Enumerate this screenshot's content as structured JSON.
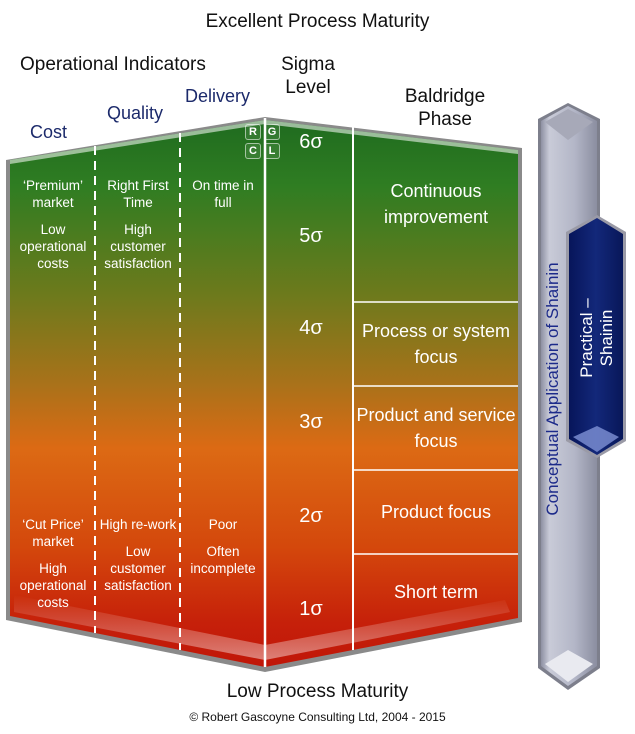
{
  "title_top": "Excellent Process Maturity",
  "title_bottom": "Low Process Maturity",
  "copyright": "© Robert Gascoyne Consulting Ltd, 2004 - 2015",
  "headers": {
    "operational_indicators": "Operational Indicators",
    "sigma_level": [
      "Sigma",
      "Level"
    ],
    "baldridge_phase": [
      "Baldridge",
      "Phase"
    ],
    "cost": "Cost",
    "quality": "Quality",
    "delivery": "Delivery"
  },
  "rgcl_badge": [
    "R",
    "G",
    "C",
    "L"
  ],
  "indicators": {
    "high_maturity": {
      "cost": [
        "‘Premium’ market",
        "Low operational costs"
      ],
      "quality": [
        "Right First Time",
        "High customer satisfaction"
      ],
      "delivery": [
        "On time in full"
      ]
    },
    "low_maturity": {
      "cost": [
        "‘Cut Price’ market",
        "High operational costs"
      ],
      "quality": [
        "High re-work",
        "Low customer satisfaction"
      ],
      "delivery": [
        "Poor",
        "Often incomplete"
      ]
    }
  },
  "sigma_levels": [
    "6σ",
    "5σ",
    "4σ",
    "3σ",
    "2σ",
    "1σ"
  ],
  "baldridge_phases": [
    "Continuous improvement",
    "Process or system focus",
    "Product and service focus",
    "Product focus",
    "Short term"
  ],
  "arrows": {
    "conceptual": "Conceptual Application of Shainin",
    "practical": "Practical – Shainin"
  },
  "colors": {
    "top_green": "#2a7a22",
    "mid_orange": "#dc6a14",
    "bottom_red": "#c4180a",
    "header_blue": "#1c2a6b",
    "practical_navy": "#0d1f63",
    "conceptual_grey": "#b9bccb"
  }
}
